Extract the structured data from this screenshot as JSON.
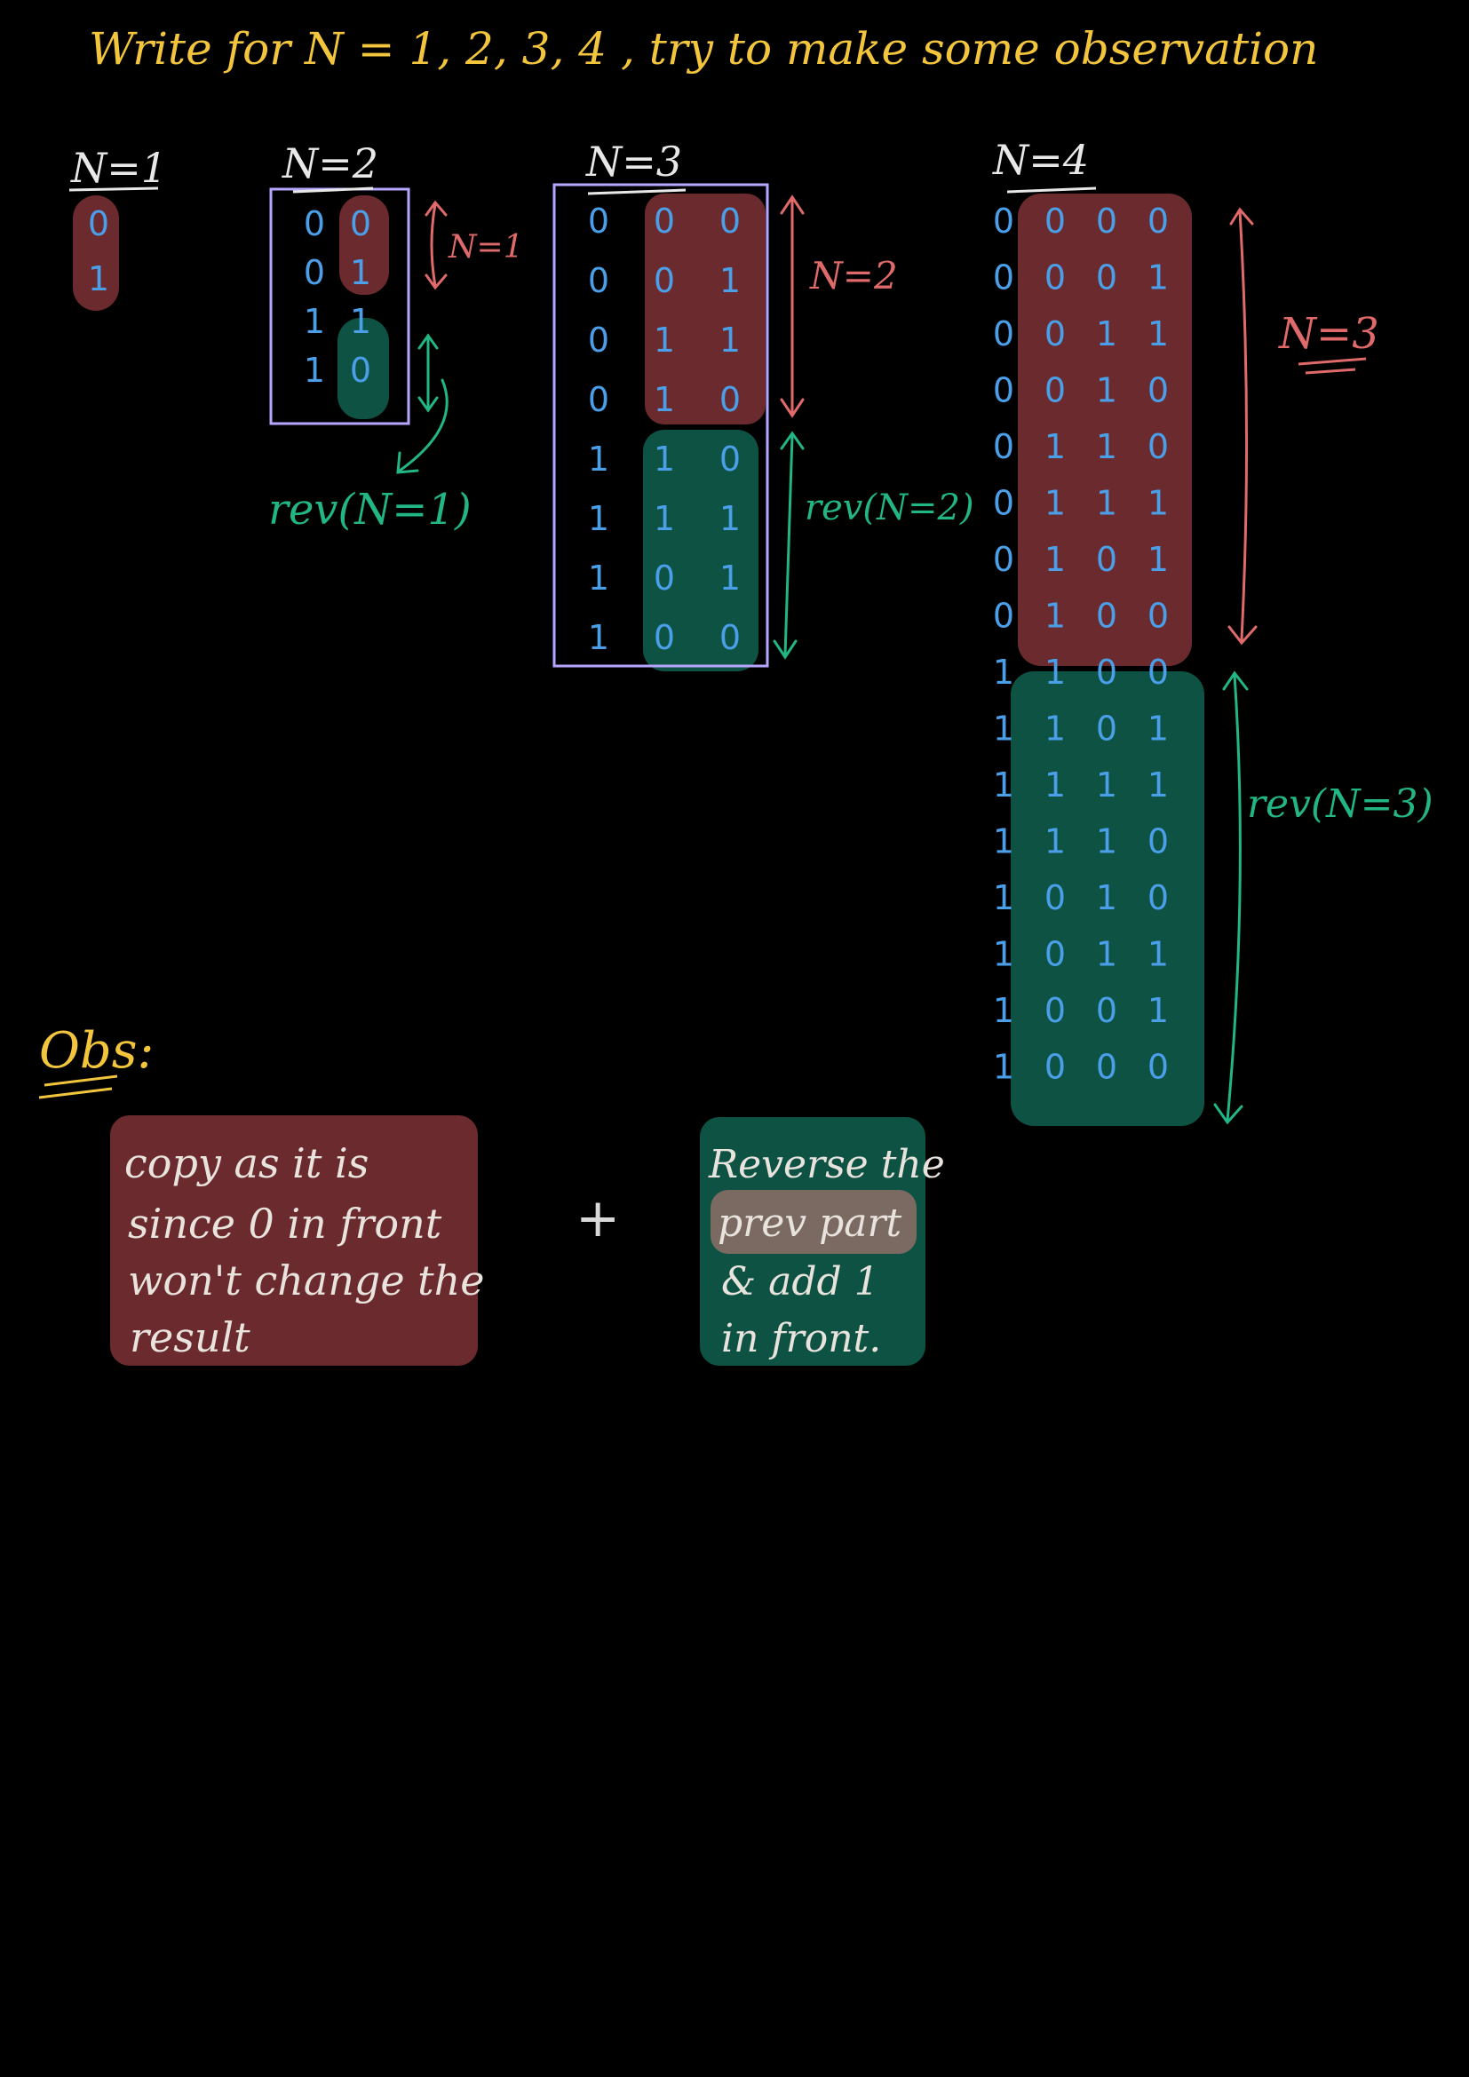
{
  "title": "Write for N = 1, 2, 3, 4 , try to make some observation",
  "colors": {
    "background": "#000000",
    "title": "#f2c53d",
    "header": "#e8e8e8",
    "zero": "#4a9fe8",
    "one": "#4a9fe8",
    "copy_fill": "#6b2a2d",
    "reverse_fill": "#0d5243",
    "frame": "#b7a6ff",
    "copy_arrow": "#e06a6a",
    "reverse_arrow": "#22b585",
    "obs": "#f2c53d",
    "note_text": "#e9e3de",
    "plus": "#d8d8d8"
  },
  "groups": [
    {
      "header": "N=1",
      "rows": [
        "0",
        "1"
      ]
    },
    {
      "header": "N=2",
      "rows": [
        "00",
        "01",
        "11",
        "10"
      ],
      "copy_label": "N=1",
      "reverse_label": "rev(N=1)"
    },
    {
      "header": "N=3",
      "rows": [
        "000",
        "001",
        "011",
        "010",
        "110",
        "111",
        "101",
        "100"
      ],
      "copy_label": "N=2",
      "reverse_label": "rev(N=2)"
    },
    {
      "header": "N=4",
      "rows": [
        "0000",
        "0001",
        "0011",
        "0010",
        "0110",
        "0111",
        "0101",
        "0100",
        "1100",
        "1101",
        "1111",
        "1110",
        "1010",
        "1011",
        "1001",
        "1000"
      ],
      "copy_label": "N=3",
      "reverse_label": "rev(N=3)"
    }
  ],
  "observation": {
    "label": "Obs:",
    "copy_note": [
      "copy as it is",
      "since 0 in front",
      "won't change the",
      "result"
    ],
    "plus": "+",
    "reverse_note": [
      "Reverse the",
      "prev part",
      "& add 1",
      "in front."
    ]
  }
}
